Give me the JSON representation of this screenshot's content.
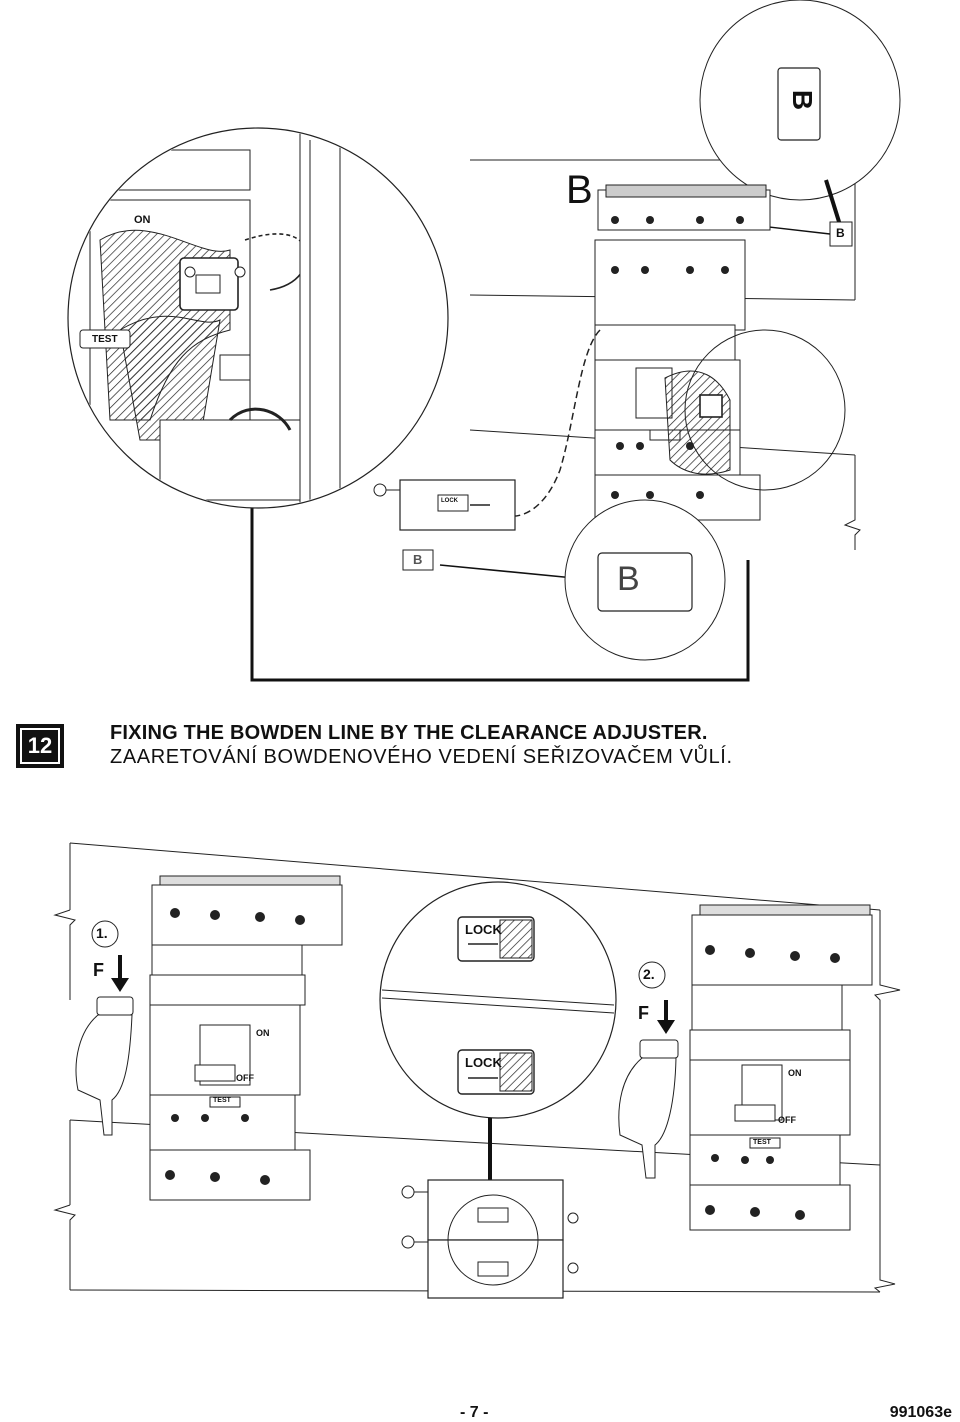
{
  "header": {
    "step_number": "12",
    "title_en": "FIXING THE BOWDEN LINE BY THE CLEARANCE ADJUSTER.",
    "title_cz": "ZAARETOVÁNÍ BOWDENOVÉHO VEDENÍ SEŘIZOVAČEM VŮLÍ."
  },
  "top_figure": {
    "label_b_big": "B",
    "label_b_box": "B",
    "label_b_small_right": "B",
    "label_b_small_left": "B",
    "device_labels": {
      "on": "ON",
      "test": "TEST",
      "lock": "LOCK"
    }
  },
  "bottom_figure": {
    "step_1": "1.",
    "step_2": "2.",
    "force_left": "F",
    "force_right": "F",
    "lock_upper": "LOCK",
    "lock_lower": "LOCK",
    "on_left": "ON",
    "off_left": "OFF",
    "on_right": "ON",
    "off_right": "OFF",
    "test_left": "TEST",
    "test_right": "TEST"
  },
  "footer": {
    "page": "- 7 -",
    "doc_code": "991063e"
  }
}
